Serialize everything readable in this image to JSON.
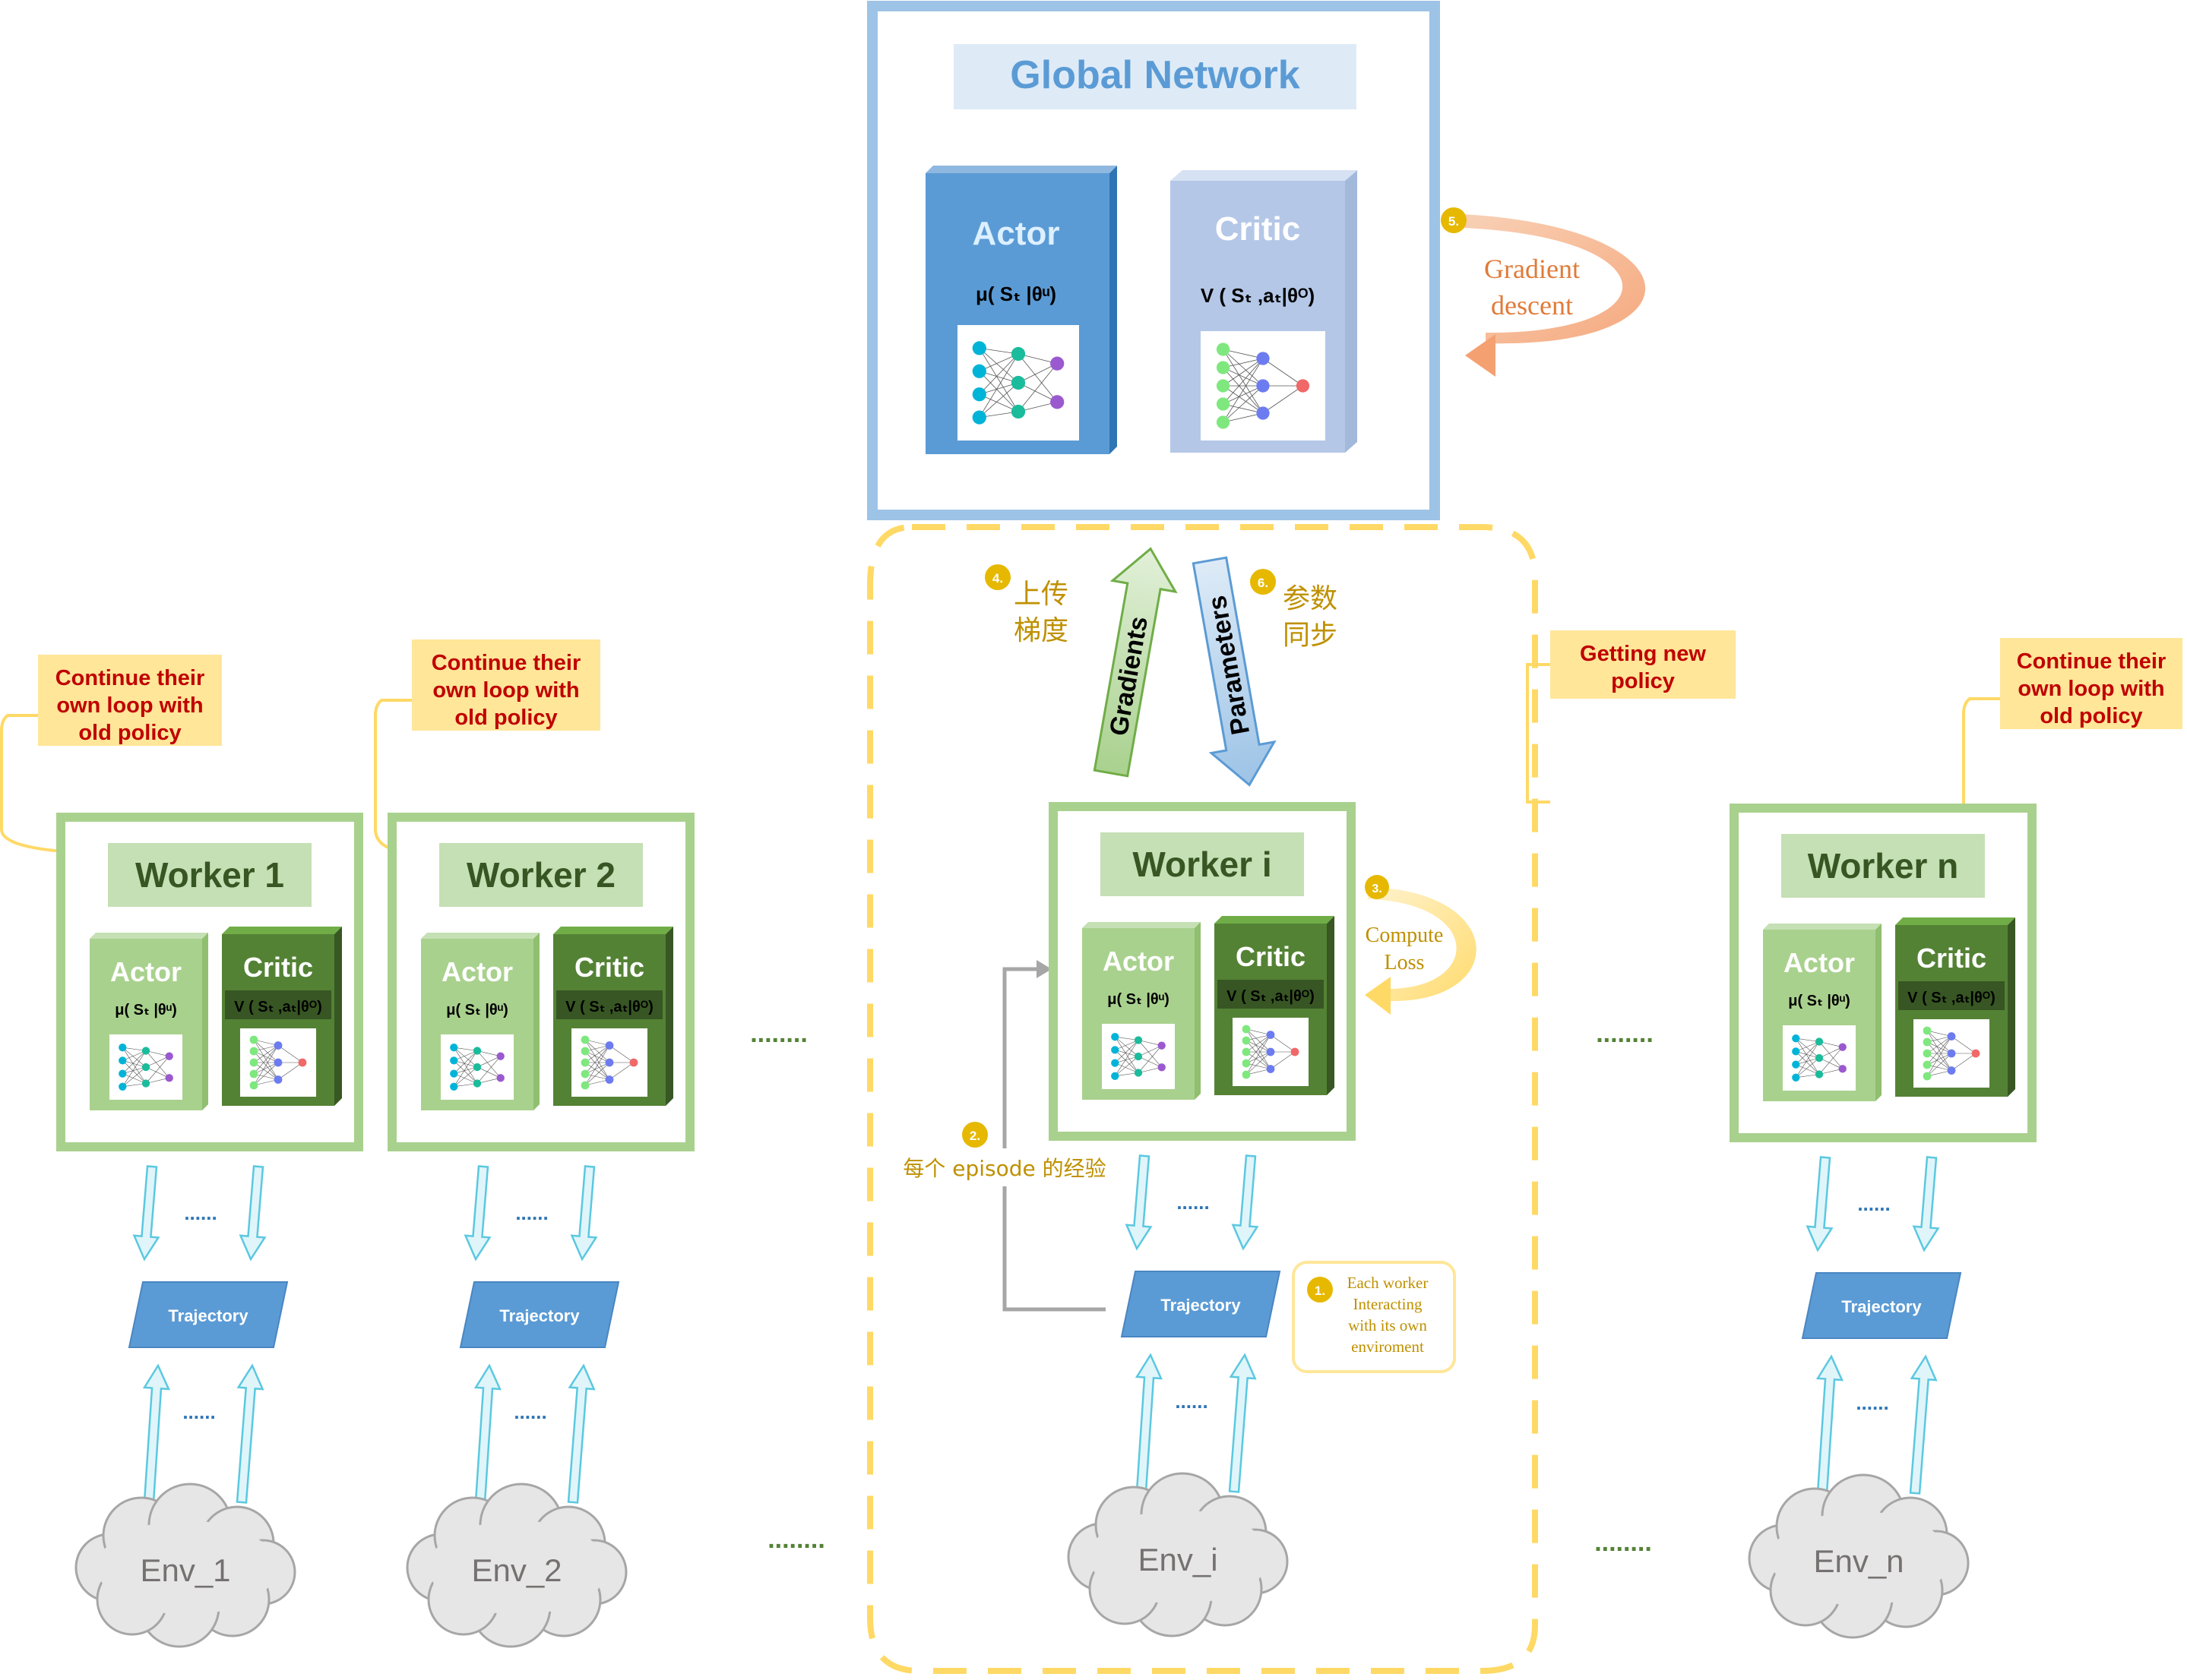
{
  "global": {
    "title": "Global Network",
    "actor_label": "Actor",
    "actor_formula": "μ( Sₜ |θᵘ)",
    "critic_label": "Critic",
    "critic_formula": "V ( Sₜ ,aₜ|θᴼ)",
    "gradient_descent_line1": "Gradient",
    "gradient_descent_line2": "descent"
  },
  "steps": {
    "step1_num": "1.",
    "step1_lines": [
      "Each worker",
      "Interacting",
      "with its own",
      "enviroment"
    ],
    "step2_num": "2.",
    "step2_text": "每个 episode 的经验",
    "step3_num": "3.",
    "step3_line1": "Compute",
    "step3_line2": "Loss",
    "step4_num": "4.",
    "step4_line1": "上传",
    "step4_line2": "梯度",
    "step5_num": "5.",
    "step6_num": "6.",
    "step6_line1": "参数",
    "step6_line2": "同步"
  },
  "arrows": {
    "gradients": "Gradients",
    "parameters": "Parameters"
  },
  "workers": [
    {
      "title": "Worker 1",
      "actor": "Actor",
      "actor_formula": "μ( Sₜ |θᵘ)",
      "critic": "Critic",
      "critic_formula": "V ( Sₜ ,aₜ|θᴼ)",
      "trajectory": "Trajectory",
      "env": "Env_1",
      "note": [
        "Continue their",
        "own loop with",
        "old policy"
      ]
    },
    {
      "title": "Worker 2",
      "actor": "Actor",
      "actor_formula": "μ( Sₜ |θᵘ)",
      "critic": "Critic",
      "critic_formula": "V ( Sₜ ,aₜ|θᴼ)",
      "trajectory": "Trajectory",
      "env": "Env_2",
      "note": [
        "Continue their",
        "own loop with",
        "old policy"
      ]
    },
    {
      "title": "Worker i",
      "actor": "Actor",
      "actor_formula": "μ( Sₜ |θᵘ)",
      "critic": "Critic",
      "critic_formula": "V ( Sₜ ,aₜ|θᴼ)",
      "trajectory": "Trajectory",
      "env": "Env_i",
      "note": [
        "Getting new",
        "policy"
      ]
    },
    {
      "title": "Worker n",
      "actor": "Actor",
      "actor_formula": "μ( Sₜ |θᵘ)",
      "critic": "Critic",
      "critic_formula": "V ( Sₜ ,aₜ|θᴼ)",
      "trajectory": "Trajectory",
      "env": "Env_n",
      "note": [
        "Continue their",
        "own loop with",
        "old policy"
      ]
    }
  ],
  "ellipsis": "........",
  "small_ellipsis": "......",
  "colors": {
    "global_border": "#9dc3e6",
    "global_title_bg": "#deebf7",
    "global_title_text": "#5b9bd5",
    "actor_blue": "#5b9bd5",
    "critic_blue": "#b4c7e7",
    "worker_border": "#a9d18e",
    "worker_title_bg": "#c5e0b4",
    "actor_green": "#a9d18e",
    "critic_green": "#548235",
    "note_bg": "#ffe699",
    "note_text": "#c00000",
    "dashed_gold": "#ffd966",
    "step_circle": "#e6b800",
    "trajectory_blue": "#5b9bd5",
    "cloud_gray": "#e7e6e6"
  }
}
